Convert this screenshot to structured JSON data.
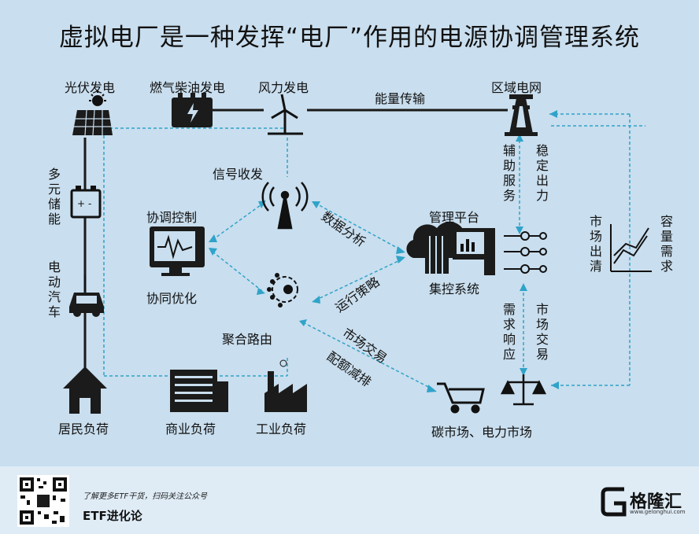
{
  "title": "虚拟电厂是一种发挥“电厂”作用的电源协调管理系统",
  "nodes": {
    "solar": "光伏发电",
    "gas": "燃气柴油发电",
    "wind": "风力发电",
    "grid": "区域电网",
    "signal": "信号收发",
    "control": "协调控制",
    "optimize": "协同优化",
    "platform": "管理平台",
    "central": "集控系统",
    "router": "聚合路由",
    "home": "居民负荷",
    "commercial": "商业负荷",
    "industrial": "工业负荷",
    "market": "碳市场、电力市场",
    "storage": "多元储能",
    "ev": "电动汽车"
  },
  "edges": {
    "transmit": "能量传输",
    "aux": "辅助服务",
    "stable": "稳定出力",
    "data": "数据分析",
    "strategy": "运行策略",
    "trade": "市场交易",
    "quota": "配额减排",
    "demand": "需求响应",
    "mtrade": "市场交易",
    "clear": "市场出清",
    "capacity": "容量需求"
  },
  "footer": {
    "tagline": "了解更多ETF干货，扫码关注公众号",
    "brand": "ETF进化论",
    "logo": "格隆汇",
    "logo_url": "www.gelonghui.com"
  },
  "colors": {
    "background": "#c9deee",
    "line": "#1a1a1a",
    "dashed": "#2fa3c9"
  }
}
